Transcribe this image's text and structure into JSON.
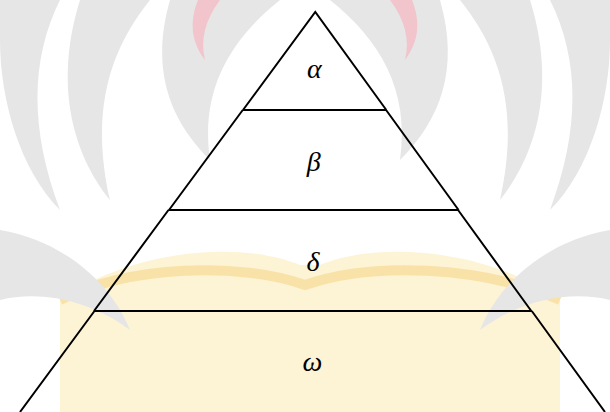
{
  "diagram": {
    "nodes": [
      {
        "text": [
          "α"
        ]
      },
      {
        "text": [
          "β"
        ]
      },
      {
        "text": [
          "δ"
        ]
      },
      {
        "text": [
          "ω"
        ]
      }
    ]
  }
}
